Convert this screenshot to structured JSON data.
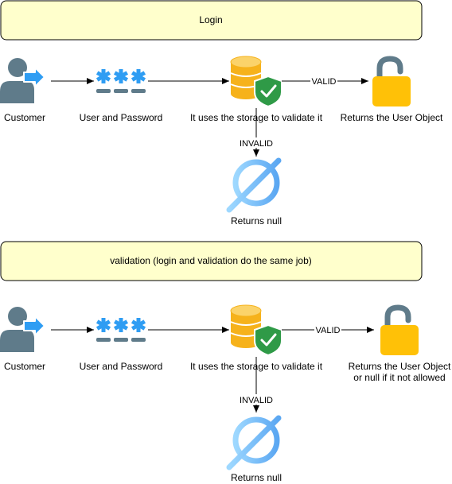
{
  "colors": {
    "banner_fill": "#ffffcc",
    "banner_stroke": "#000000",
    "customer": "#5f7b8a",
    "arrow_blue": "#2f9df3",
    "password_star": "#2f9df3",
    "password_dash": "#5f7b8a",
    "db_gold": "#f6b21b",
    "shield_green": "#2f9a47",
    "lock_body": "#ffc107",
    "lock_shackle": "#5f7b8a",
    "null_light": "#9ed8ff",
    "null_dark": "#5ba7f2"
  },
  "flows": [
    {
      "banner": "Login",
      "customer_label": "Customer",
      "credentials_label": "User and Password",
      "storage_label": "It uses the storage to validate it",
      "valid_edge": "VALID",
      "result_label_lines": [
        "Returns the User Object"
      ],
      "invalid_edge": "INVALID",
      "null_label": "Returns null"
    },
    {
      "banner": "validation (login and validation do the same job)",
      "customer_label": "Customer",
      "credentials_label": "User and Password",
      "storage_label": "It uses the storage to validate it",
      "valid_edge": "VALID",
      "result_label_lines": [
        "Returns the User Object",
        "or null if it not allowed"
      ],
      "invalid_edge": "INVALID",
      "null_label": "Returns null"
    }
  ]
}
